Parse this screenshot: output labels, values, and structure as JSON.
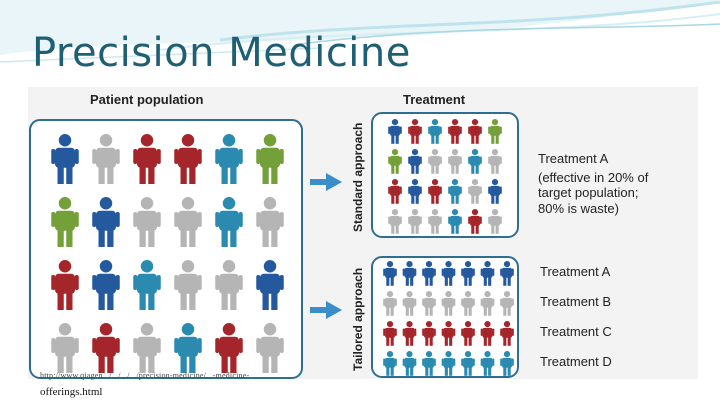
{
  "slide": {
    "title": "Precision Medicine",
    "source_line1": "http://www.qiagen.../.../.../.../precision-medicine/...-medicine-",
    "source_line2": "offerings.html"
  },
  "figure": {
    "patient_header": "Patient population",
    "treatment_header": "Treatment",
    "standard_label": "Standard approach",
    "tailored_label": "Tailored approach",
    "standard_note_lines": [
      "Treatment A",
      "(effective in 20% of",
      "target population;",
      "80% is waste)"
    ],
    "tailored_labels": [
      "Treatment A",
      "Treatment B",
      "Treatment C",
      "Treatment D"
    ],
    "palette": {
      "navy": "#24599e",
      "grey": "#b5b5b5",
      "red": "#a5262a",
      "teal": "#2a8ab0",
      "green": "#73a038",
      "box_border": "#2e6f8f",
      "arrow": "#3c8ec9"
    },
    "population_grid": [
      [
        "navy",
        "grey",
        "red",
        "red",
        "teal",
        "green"
      ],
      [
        "green",
        "navy",
        "grey",
        "grey",
        "teal",
        "grey"
      ],
      [
        "red",
        "navy",
        "teal",
        "grey",
        "grey",
        "navy"
      ],
      [
        "grey",
        "red",
        "grey",
        "teal",
        "red",
        "grey"
      ]
    ],
    "standard_grid": [
      [
        "navy",
        "red",
        "teal",
        "red",
        "red",
        "green"
      ],
      [
        "green",
        "navy",
        "grey",
        "grey",
        "teal",
        "grey"
      ],
      [
        "red",
        "navy",
        "red",
        "teal",
        "grey",
        "navy"
      ],
      [
        "grey",
        "grey",
        "grey",
        "teal",
        "red",
        "grey"
      ]
    ],
    "tailored_grid": [
      [
        "navy",
        "navy",
        "navy",
        "navy",
        "navy",
        "navy",
        "navy"
      ],
      [
        "grey",
        "grey",
        "grey",
        "grey",
        "grey",
        "grey",
        "grey"
      ],
      [
        "red",
        "red",
        "red",
        "red",
        "red",
        "red",
        "red"
      ],
      [
        "teal",
        "teal",
        "teal",
        "teal",
        "teal",
        "teal",
        "teal"
      ]
    ]
  }
}
